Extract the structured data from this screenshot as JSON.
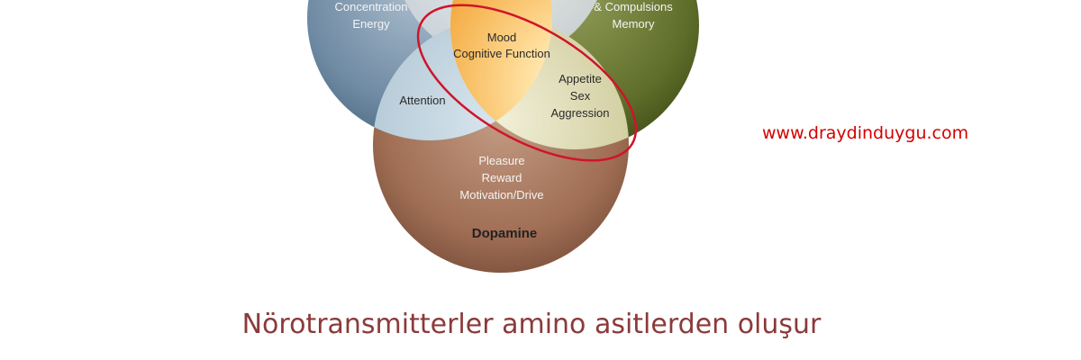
{
  "diagram": {
    "circles": [
      {
        "id": "left",
        "color": "#6f8aa3",
        "text": [
          "Concentration",
          "Energy"
        ]
      },
      {
        "id": "right",
        "color": "#5f6e2a",
        "text": [
          "& Compulsions",
          "Memory"
        ]
      },
      {
        "id": "bottom",
        "color": "#a06e54",
        "text": [
          "Pleasure",
          "Reward",
          "Motivation/Drive"
        ],
        "name": "Dopamine"
      }
    ],
    "overlaps": {
      "center": [
        "Mood",
        "Cognitive Function"
      ],
      "left_bottom": [
        "Attention"
      ],
      "right_bottom": [
        "Appetite",
        "Sex",
        "Aggression"
      ]
    },
    "highlight_color": "#d0142a"
  },
  "website": "www.draydinduygu.com",
  "caption": "Nörotransmitterler amino asitlerden oluşur"
}
